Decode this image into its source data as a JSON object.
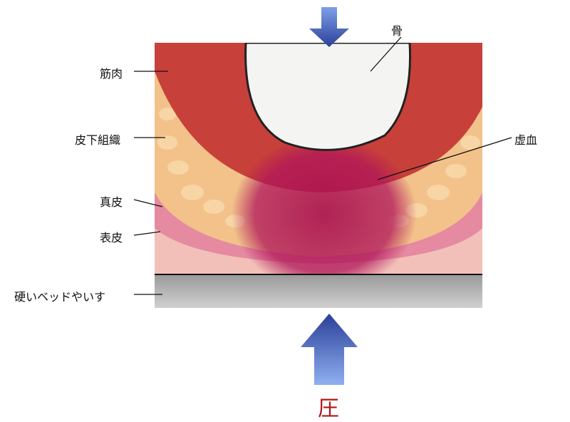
{
  "labels": {
    "bone": "骨",
    "muscle": "筋肉",
    "subcutaneous": "皮下組織",
    "ischemia": "虚血",
    "dermis": "真皮",
    "epidermis": "表皮",
    "surface": "硬いベッドやいす",
    "pressure": "圧"
  },
  "colors": {
    "muscle": "#c8403a",
    "fat": "#f2c28a",
    "bone": "#f4f4f2",
    "ischemia": "#b0155a",
    "dermis": "#e07a90",
    "surface": "#bdbdbd",
    "arrow": "#2e4fa8",
    "pressure_text": "#b01818"
  }
}
